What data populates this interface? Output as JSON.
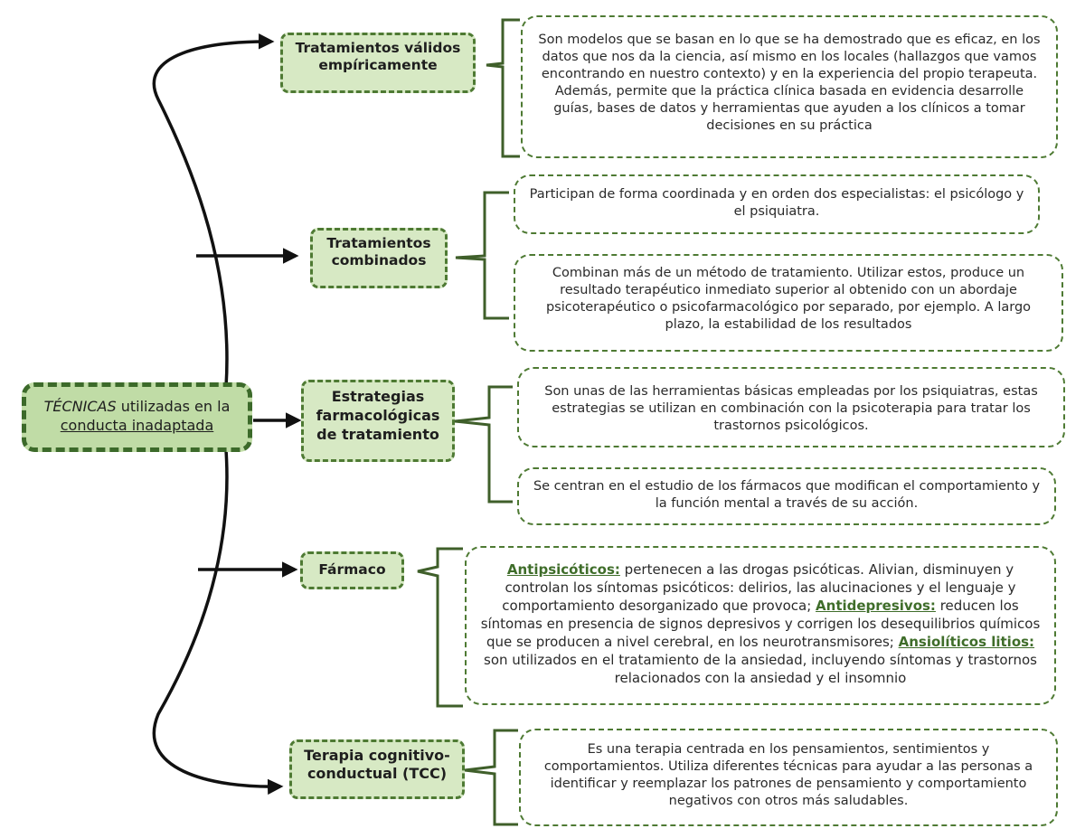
{
  "root": {
    "part1": "TÉCNICAS",
    "part2": " utilizadas en la ",
    "part3": "conducta inadaptada"
  },
  "colors": {
    "line": "#111111",
    "border": "#4e7a33",
    "topic_fill": "#d7e9c4",
    "root_fill": "#c0dca6",
    "keyword": "#3f6d2a"
  },
  "topics": [
    {
      "label": "Tratamientos válidos empíricamente"
    },
    {
      "label": "Tratamientos combinados"
    },
    {
      "label": "Estrategias farmacológicas de tratamiento"
    },
    {
      "label": "Fármaco"
    },
    {
      "label": "Terapia cognitivo-conductual (TCC)"
    }
  ],
  "descriptions": {
    "empiricos": "Son modelos que se basan en lo que se ha demostrado que es eficaz, en los datos que nos da la ciencia, así mismo en los locales (hallazgos que vamos encontrando en nuestro contexto) y en la experiencia del propio terapeuta. Además, permite que la práctica clínica basada en evidencia desarrolle guías, bases de datos y herramientas que ayuden a los clínicos a tomar decisiones en su práctica",
    "combinados_1": "Participan de forma coordinada y en orden dos especialistas: el psicólogo y el psiquiatra.",
    "combinados_2": "Combinan más de un método de tratamiento. Utilizar estos, produce un resultado terapéutico inmediato superior al obtenido con un abordaje psicoterapéutico o psicofarmacológico por separado, por ejemplo. A largo plazo, la estabilidad de los resultados",
    "estrategias_1": "Son unas de las herramientas básicas empleadas por los psiquiatras, estas estrategias se utilizan en combinación con la psicoterapia para tratar los trastornos psicológicos.",
    "estrategias_2": "Se centran en el estudio de los fármacos que modifican el comportamiento y la función mental a través de su acción.",
    "farmaco": {
      "k1": "Antipsicóticos:",
      "t1": " pertenecen a las drogas psicóticas. Alivian, disminuyen y controlan los síntomas psicóticos: delirios, las alucinaciones y el lenguaje y comportamiento desorganizado que provoca; ",
      "k2": "Antidepresivos:",
      "t2": " reducen los síntomas en presencia de signos depresivos y corrigen los desequilibrios químicos que se producen a nivel cerebral, en los neurotransmisores; ",
      "k3": "Ansiolíticos litios:",
      "t3": " son utilizados en el tratamiento de la ansiedad, incluyendo síntomas y trastornos relacionados con la ansiedad y el insomnio"
    },
    "tcc": "Es una terapia centrada en los pensamientos, sentimientos y comportamientos. Utiliza diferentes técnicas para ayudar a las personas a identificar y reemplazar los patrones de pensamiento y comportamiento negativos con otros más saludables."
  }
}
